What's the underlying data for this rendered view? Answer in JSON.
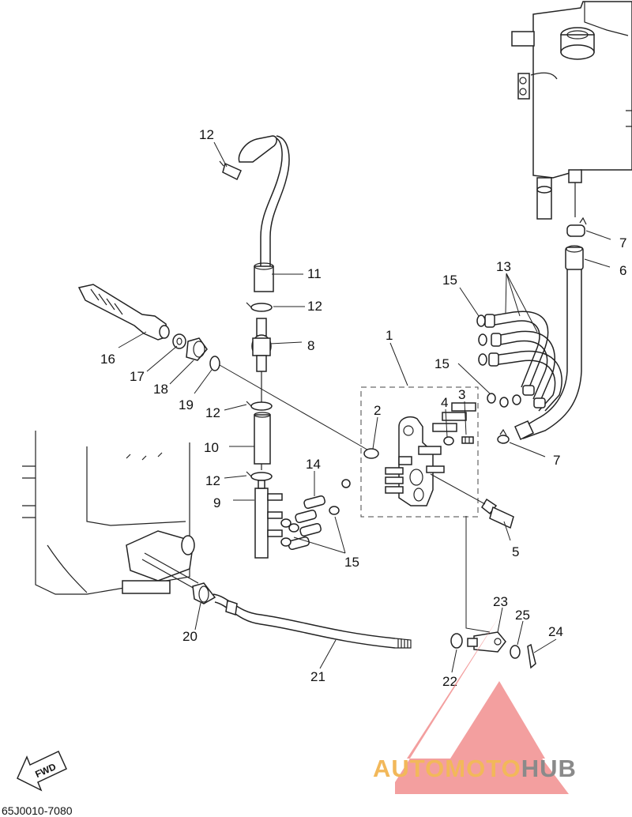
{
  "diagram": {
    "part_numbers": [
      "1",
      "2",
      "3",
      "4",
      "5",
      "6",
      "7",
      "8",
      "9",
      "10",
      "11",
      "12",
      "13",
      "14",
      "15",
      "16",
      "17",
      "18",
      "19",
      "20",
      "21",
      "22",
      "23",
      "24",
      "25"
    ],
    "callouts": {
      "n1": "1",
      "n2": "2",
      "n3": "3",
      "n4": "4",
      "n5": "5",
      "n6": "6",
      "n7a": "7",
      "n7b": "7",
      "n8": "8",
      "n9": "9",
      "n10": "10",
      "n11": "11",
      "n12a": "12",
      "n12b": "12",
      "n12c": "12",
      "n12d": "12",
      "n13": "13",
      "n14": "14",
      "n15a": "15",
      "n15b": "15",
      "n15c": "15",
      "n16": "16",
      "n17": "17",
      "n18": "18",
      "n19": "19",
      "n20": "20",
      "n21": "21",
      "n22": "22",
      "n23": "23",
      "n24": "24",
      "n25": "25"
    },
    "fwd_label": "FWD",
    "drawing_code": "65J0010-7080"
  },
  "watermark": {
    "brand_auto": "AUTO",
    "brand_moto": "MOTO",
    "brand_hub": "HUB",
    "colors": {
      "auto": "#f2b85a",
      "moto": "#f2b85a",
      "hub": "#8a8a8a",
      "triangle": "#f08080"
    }
  }
}
